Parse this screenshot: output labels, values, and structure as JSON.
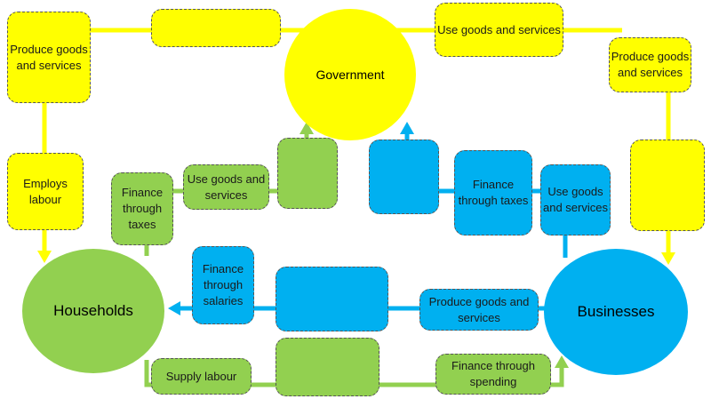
{
  "nodes": {
    "government": "Government",
    "households": "Households",
    "businesses": "Businesses"
  },
  "yellow": {
    "produce_left": "Produce goods and services",
    "blank_top": "",
    "use_goods_top": "Use goods and services",
    "produce_right": "Produce goods and services",
    "employs_labour": "Employs labour",
    "blank_right": ""
  },
  "green": {
    "finance_taxes": "Finance through taxes",
    "use_goods": "Use goods and services",
    "blank_upper": "",
    "supply_labour": "Supply labour",
    "blank_lower": "",
    "finance_spending": "Finance through spending"
  },
  "blue": {
    "blank_upper": "",
    "finance_taxes": "Finance through taxes",
    "use_goods": "Use goods and services",
    "finance_salaries": "Finance through salaries",
    "blank_middle": "",
    "produce_goods": "Produce goods and services"
  },
  "colors": {
    "yellow": "#ffff00",
    "green": "#92d050",
    "blue": "#00b0f0"
  }
}
